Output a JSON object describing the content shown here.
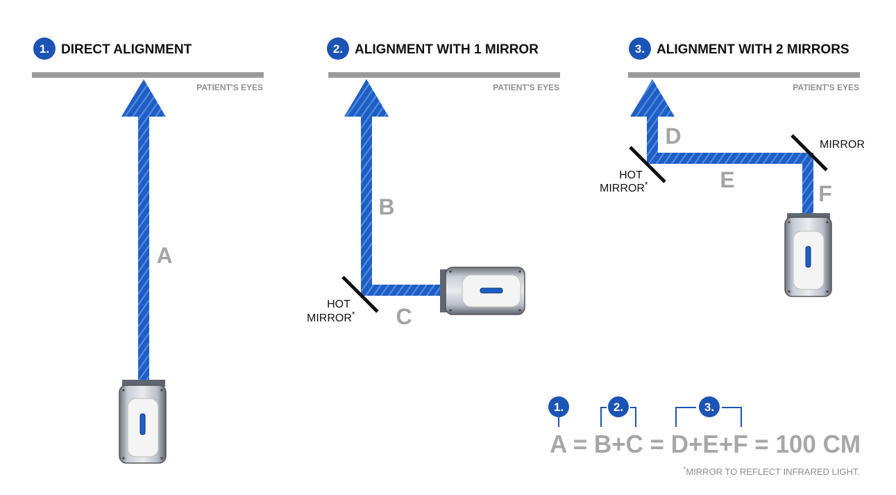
{
  "panels": [
    {
      "number": "1.",
      "title": "DIRECT ALIGNMENT",
      "eyes_label": "PATIENT'S EYES"
    },
    {
      "number": "2.",
      "title": "ALIGNMENT WITH 1 MIRROR",
      "eyes_label": "PATIENT'S EYES"
    },
    {
      "number": "3.",
      "title": "ALIGNMENT WITH 2 MIRRORS",
      "eyes_label": "PATIENT'S EYES"
    }
  ],
  "segments": {
    "a": "A",
    "b": "B",
    "c": "C",
    "d": "D",
    "e": "E",
    "f": "F"
  },
  "mirrors": {
    "hot_mirror_line1": "HOT",
    "hot_mirror_line2": "MIRROR",
    "asterisk": "*",
    "mirror": "MIRROR"
  },
  "formula": {
    "text": "A = B+C = D+E+F = 100 CM",
    "badges": [
      "1.",
      "2.",
      "3."
    ]
  },
  "footnote": {
    "asterisk": "*",
    "text": "MIRROR TO REFLECT INFRARED LIGHT."
  },
  "colors": {
    "accent_blue": "#1e5fc6",
    "badge_blue": "#1b54b4",
    "bar_gray": "#9a9a9a",
    "label_gray": "#a3a3a3"
  }
}
